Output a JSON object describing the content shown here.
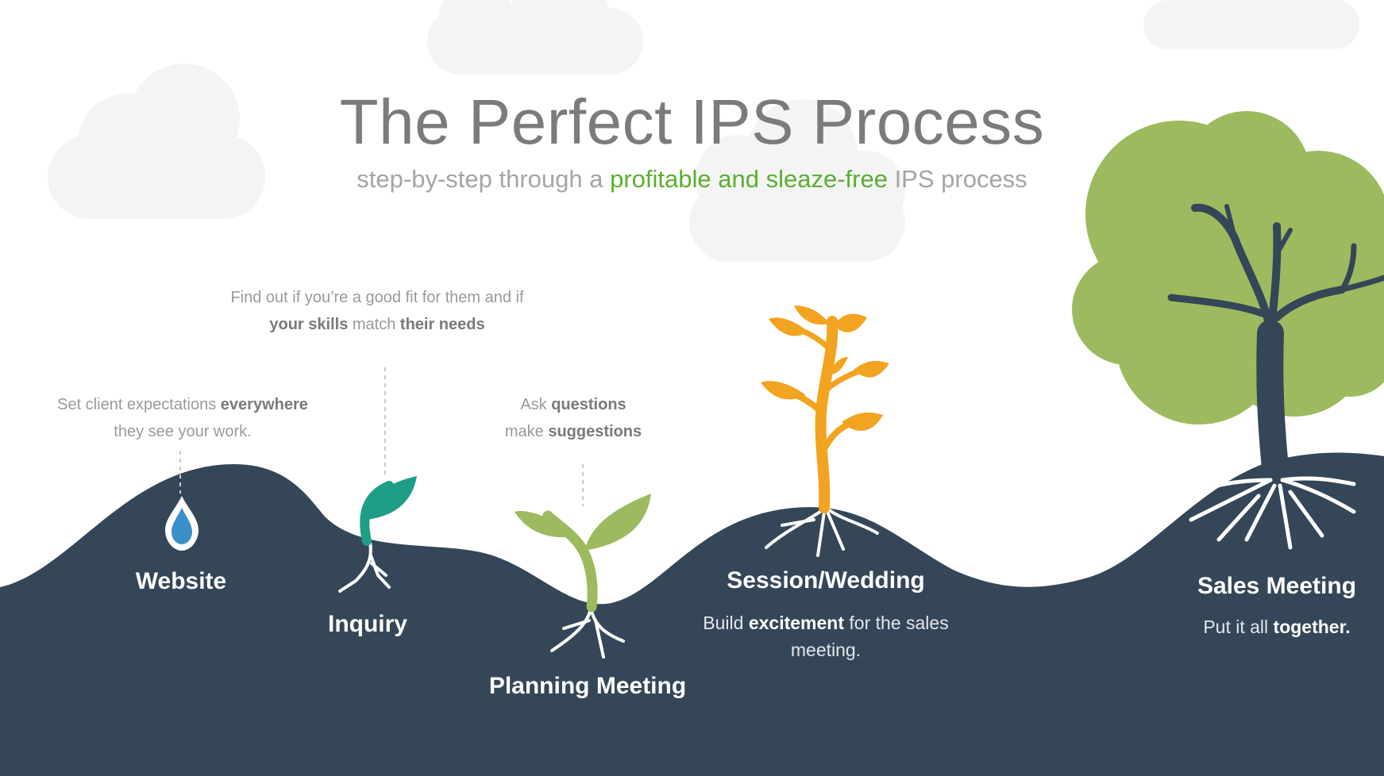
{
  "header": {
    "title": "The Perfect IPS Process",
    "subtitle_before": "step-by-step through a",
    "subtitle_highlight": "profitable and sleaze-free",
    "subtitle_after": "IPS process"
  },
  "stages": [
    {
      "name": "Website",
      "note": {
        "line1_pre": "Set client expectations",
        "line1_bold": "everywhere",
        "line2": "they see your work."
      }
    },
    {
      "name": "Inquiry",
      "note": {
        "line1": "Find out if you’re a good fit for them and if",
        "line2_bold_a": "your skills",
        "line2_mid": "match",
        "line2_bold_b": "their needs"
      }
    },
    {
      "name": "Planning Meeting",
      "note": {
        "line1_pre": "Ask",
        "line1_bold": "questions",
        "line2_pre": "make",
        "line2_bold": "suggestions"
      }
    },
    {
      "name": "Session/Wedding",
      "desc": {
        "pre": "Build",
        "bold": "excitement",
        "post": "for the sales",
        "line2": "meeting."
      }
    },
    {
      "name": "Sales Meeting",
      "desc": {
        "pre": "Put it all",
        "bold": "together."
      }
    }
  ],
  "colors": {
    "ground": "#344658",
    "cloud": "#f4f4f4",
    "drop": "#3a8fc8",
    "sprout_teal": "#1f9e86",
    "seedling_green": "#9dbb5e",
    "plant_orange": "#f2a31f",
    "tree_canopy": "#9dbb5e",
    "tree_trunk": "#344658",
    "highlight": "#5aaf2f"
  }
}
